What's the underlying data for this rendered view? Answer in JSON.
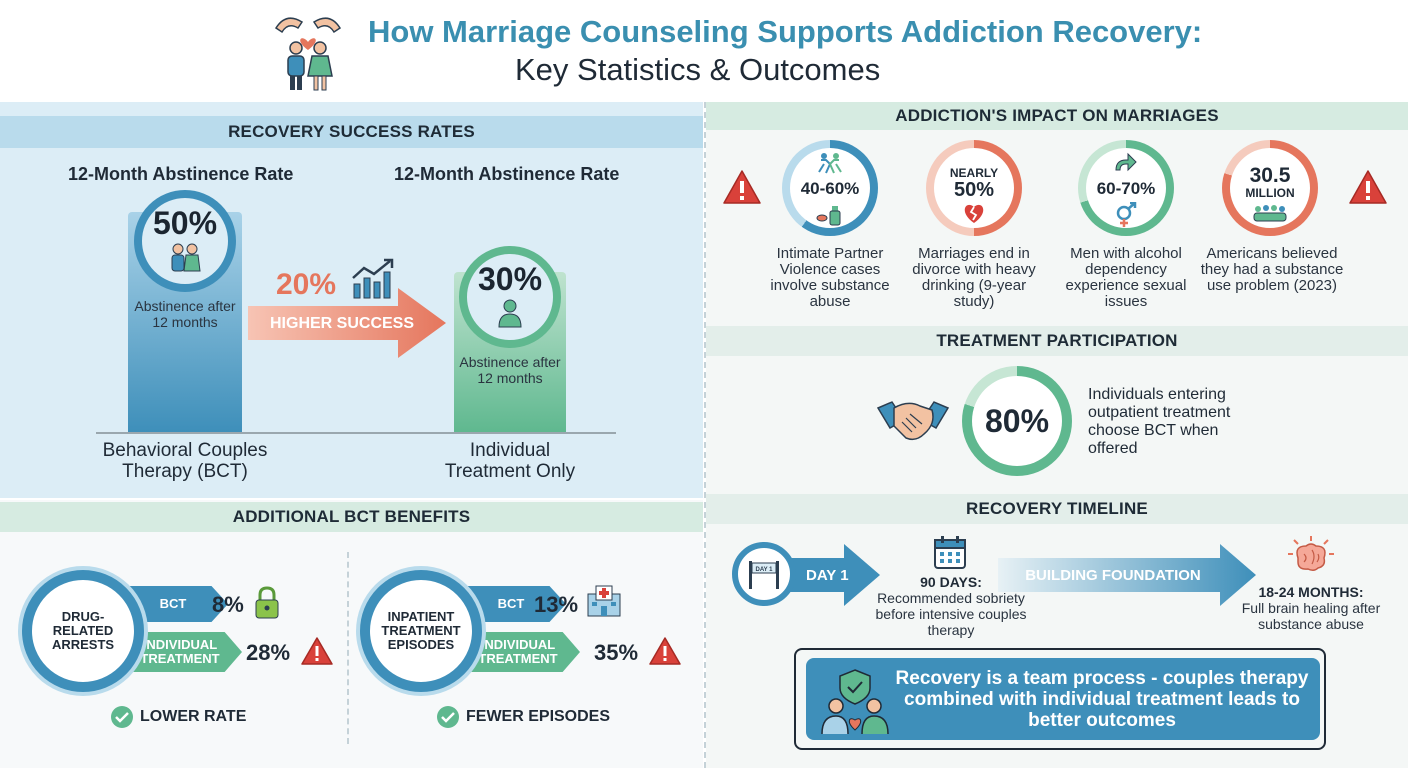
{
  "header": {
    "title_line1": "How Marriage Counseling Supports Addiction Recovery:",
    "title_line2": "Key Statistics & Outcomes",
    "logo_icon": "couple-heart-hands-icon"
  },
  "recovery_success": {
    "section_title": "RECOVERY SUCCESS RATES",
    "left_heading": "12-Month Abstinence Rate",
    "right_heading": "12-Month Abstinence Rate",
    "bct": {
      "percent": "50%",
      "caption": "Abstinence after 12 months",
      "label": "Behavioral Couples Therapy (BCT)",
      "color": "#3e8fba"
    },
    "individual": {
      "percent": "30%",
      "caption": "Abstinence after 12 months",
      "label": "Individual Treatment Only",
      "color": "#5fb88f"
    },
    "arrow": {
      "value": "20%",
      "label": "HIGHER SUCCESS",
      "color": "#e5765d"
    }
  },
  "bct_benefits": {
    "section_title": "ADDITIONAL BCT BENEFITS",
    "cards": [
      {
        "title": "DRUG-RELATED ARRESTS",
        "bct_tag": "BCT",
        "bct_value": "8%",
        "ind_tag": "INDIVIDUAL TREATMENT",
        "ind_value": "28%",
        "footer": "LOWER RATE"
      },
      {
        "title": "INPATIENT TREATMENT EPISODES",
        "bct_tag": "BCT",
        "bct_value": "13%",
        "ind_tag": "INDIVIDUAL TREATMENT",
        "ind_value": "35%",
        "footer": "FEWER EPISODES"
      }
    ]
  },
  "impact": {
    "section_title": "ADDICTION'S IMPACT ON MARRIAGES",
    "items": [
      {
        "value": "40-60%",
        "prefix": "",
        "text": "Intimate Partner Violence cases involve substance abuse",
        "color": "#3e8fba",
        "fill": 0.6
      },
      {
        "value": "50%",
        "prefix": "NEARLY",
        "text": "Marriages end in divorce with heavy drinking (9-year study)",
        "color": "#e5765d",
        "fill": 0.5
      },
      {
        "value": "60-70%",
        "prefix": "",
        "text": "Men with alcohol dependency experience sexual issues",
        "color": "#5fb88f",
        "fill": 0.7
      },
      {
        "value": "30.5",
        "prefix": "",
        "suffix": "MILLION",
        "text": "Americans believed they had a substance use problem (2023)",
        "color": "#e5765d",
        "fill": 0.8
      }
    ]
  },
  "participation": {
    "section_title": "TREATMENT PARTICIPATION",
    "value": "80%",
    "text": "Individuals entering outpatient treatment choose BCT when offered",
    "fill": 0.8
  },
  "timeline": {
    "section_title": "RECOVERY TIMELINE",
    "start_label": "DAY 1",
    "sign_text": "DAY 1",
    "milestone1_title": "90 DAYS:",
    "milestone1_text": "Recommended sobriety before intensive couples therapy",
    "middle_label": "BUILDING FOUNDATION",
    "milestone2_title": "18-24 MONTHS:",
    "milestone2_text": "Full brain healing after substance abuse"
  },
  "callout": {
    "text": "Recovery is a team process - couples therapy combined with individual treatment leads to better outcomes"
  }
}
